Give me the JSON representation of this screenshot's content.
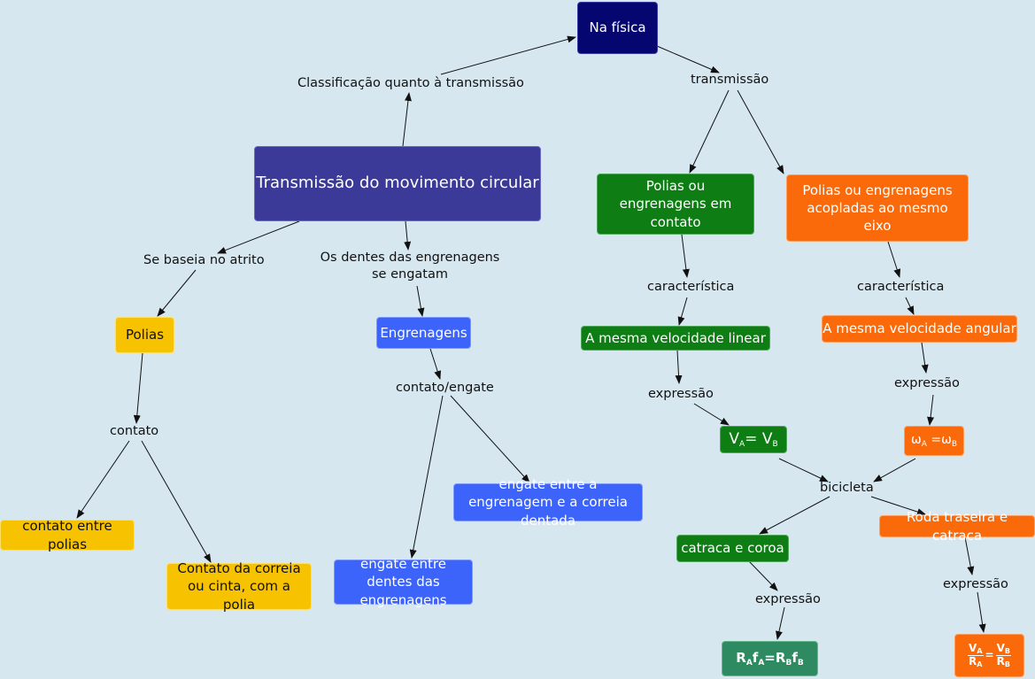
{
  "nodes": {
    "na_fisica": "Na física",
    "transmissao_mov_circular": "Transmissão do movimento circular",
    "polias_engrenagens_contato": "Polias ou engrenagens em contato",
    "polias_engrenagens_eixo": "Polias ou engrenagens acopladas ao  mesmo eixo",
    "polias": "Polias",
    "engrenagens": "Engrenagens",
    "mesma_velocidade_linear": "A mesma velocidade linear",
    "mesma_velocidade_angular": "A mesma velocidade angular",
    "contato_entre_polias": "contato entre polias",
    "contato_correia": "Contato da correia ou cinta, com a polia",
    "engate_correia_dentada": "engate entre a engrenagem e a correia dentada",
    "engate_dentes": "engate entre dentes das engrenagens",
    "catraca_coroa": "catraca e coroa",
    "roda_traseira": "Roda traseira e catraca",
    "formula_va_vb": {
      "v": "V",
      "a": "A",
      "eq": "=",
      "b": "B"
    },
    "formula_omega": {
      "w": "ω",
      "a": "A",
      "eq": "=",
      "b": "B"
    },
    "formula_rf": {
      "r": "R",
      "f": "f",
      "a": "A",
      "eq": "=",
      "b": "B"
    },
    "formula_ratio": {
      "v": "V",
      "r": "R",
      "a": "A",
      "eq": "=",
      "b": "B"
    }
  },
  "labels": {
    "classificacao": "Classificação quanto à transmissão",
    "transmissao": "transmissão",
    "se_baseia_atrito": "Se baseia no atrito",
    "dentes_engatam": "Os dentes das engrenagens se engatam",
    "caracteristica_1": "característica",
    "caracteristica_2": "característica",
    "contato": "contato",
    "contato_engate": "contato/engate",
    "expressao_1": "expressão",
    "expressao_2": "expressão",
    "bicicleta": "bicicleta",
    "expressao_3": "expressão",
    "expressao_4": "expressão"
  },
  "colors": {
    "background": "#d6e7f0",
    "navy": "#060670",
    "purple": "#3c3a98",
    "green": "#0d7d14",
    "orange": "#fa6a0a",
    "yellow": "#f7c200",
    "blue": "#3c64fa",
    "teal": "#2e8a60",
    "edge": "#111111"
  }
}
